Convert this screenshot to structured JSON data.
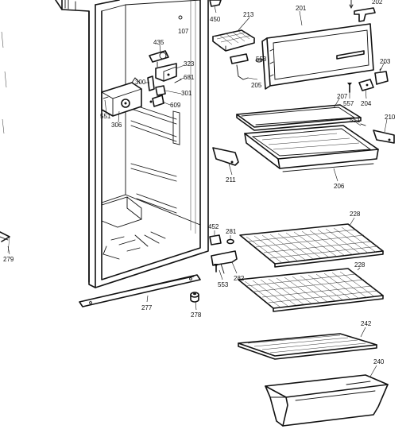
{
  "diagram": {
    "callouts": {
      "c450": "450",
      "c213": "213",
      "c201": "201",
      "c202": "202",
      "c107": "107",
      "c435": "435",
      "c323": "323",
      "c553a": "553",
      "c681": "681",
      "c300": "300",
      "c301": "301",
      "c203": "203",
      "c551a": "551",
      "c306": "306",
      "c609": "609",
      "c205": "205",
      "c557": "557",
      "c204": "204",
      "c207": "207",
      "c551b": "551",
      "c210": "210",
      "c211": "211",
      "c206": "206",
      "c228a": "228",
      "c452": "452",
      "c281": "281",
      "c279": "279",
      "c553b": "553",
      "c282": "282",
      "c228b": "228",
      "c277": "277",
      "c278": "278",
      "c242": "242",
      "c240": "240"
    }
  }
}
